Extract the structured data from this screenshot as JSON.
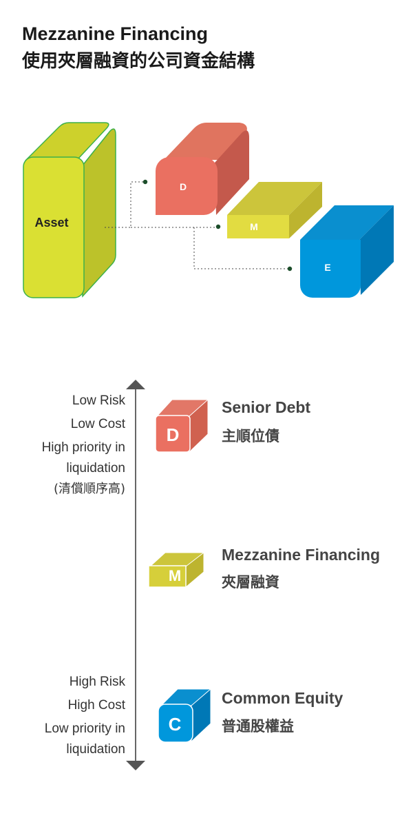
{
  "title": {
    "en": "Mezzanine Financing",
    "zh": "使用夾層融資的公司資金結構"
  },
  "diagram": {
    "asset_label": "Asset",
    "block_d_label": "D",
    "block_m_label": "M",
    "block_e_label": "E"
  },
  "scale": {
    "top_labels": [
      "Low Risk",
      "Low Cost",
      "High priority in",
      "liquidation",
      "(清償順序高)"
    ],
    "bottom_labels": [
      "High Risk",
      "High Cost",
      "Low priority in",
      "liquidation"
    ]
  },
  "tiers": [
    {
      "icon_letter": "D",
      "title": "Senior Debt",
      "subtitle": "主順位債",
      "color": "#ea7061"
    },
    {
      "icon_letter": "M",
      "title": "Mezzanine Financing",
      "subtitle": "夾層融資",
      "color": "#d6cf3a"
    },
    {
      "icon_letter": "C",
      "title": "Common Equity",
      "subtitle": "普通股權益",
      "color": "#0095d9"
    }
  ],
  "colors": {
    "asset_front": "#dae033",
    "asset_outline": "#3cb04a",
    "debt": "#ea7061",
    "mezzanine": "#e2dc41",
    "equity": "#0097dc",
    "arrow": "#555555"
  }
}
